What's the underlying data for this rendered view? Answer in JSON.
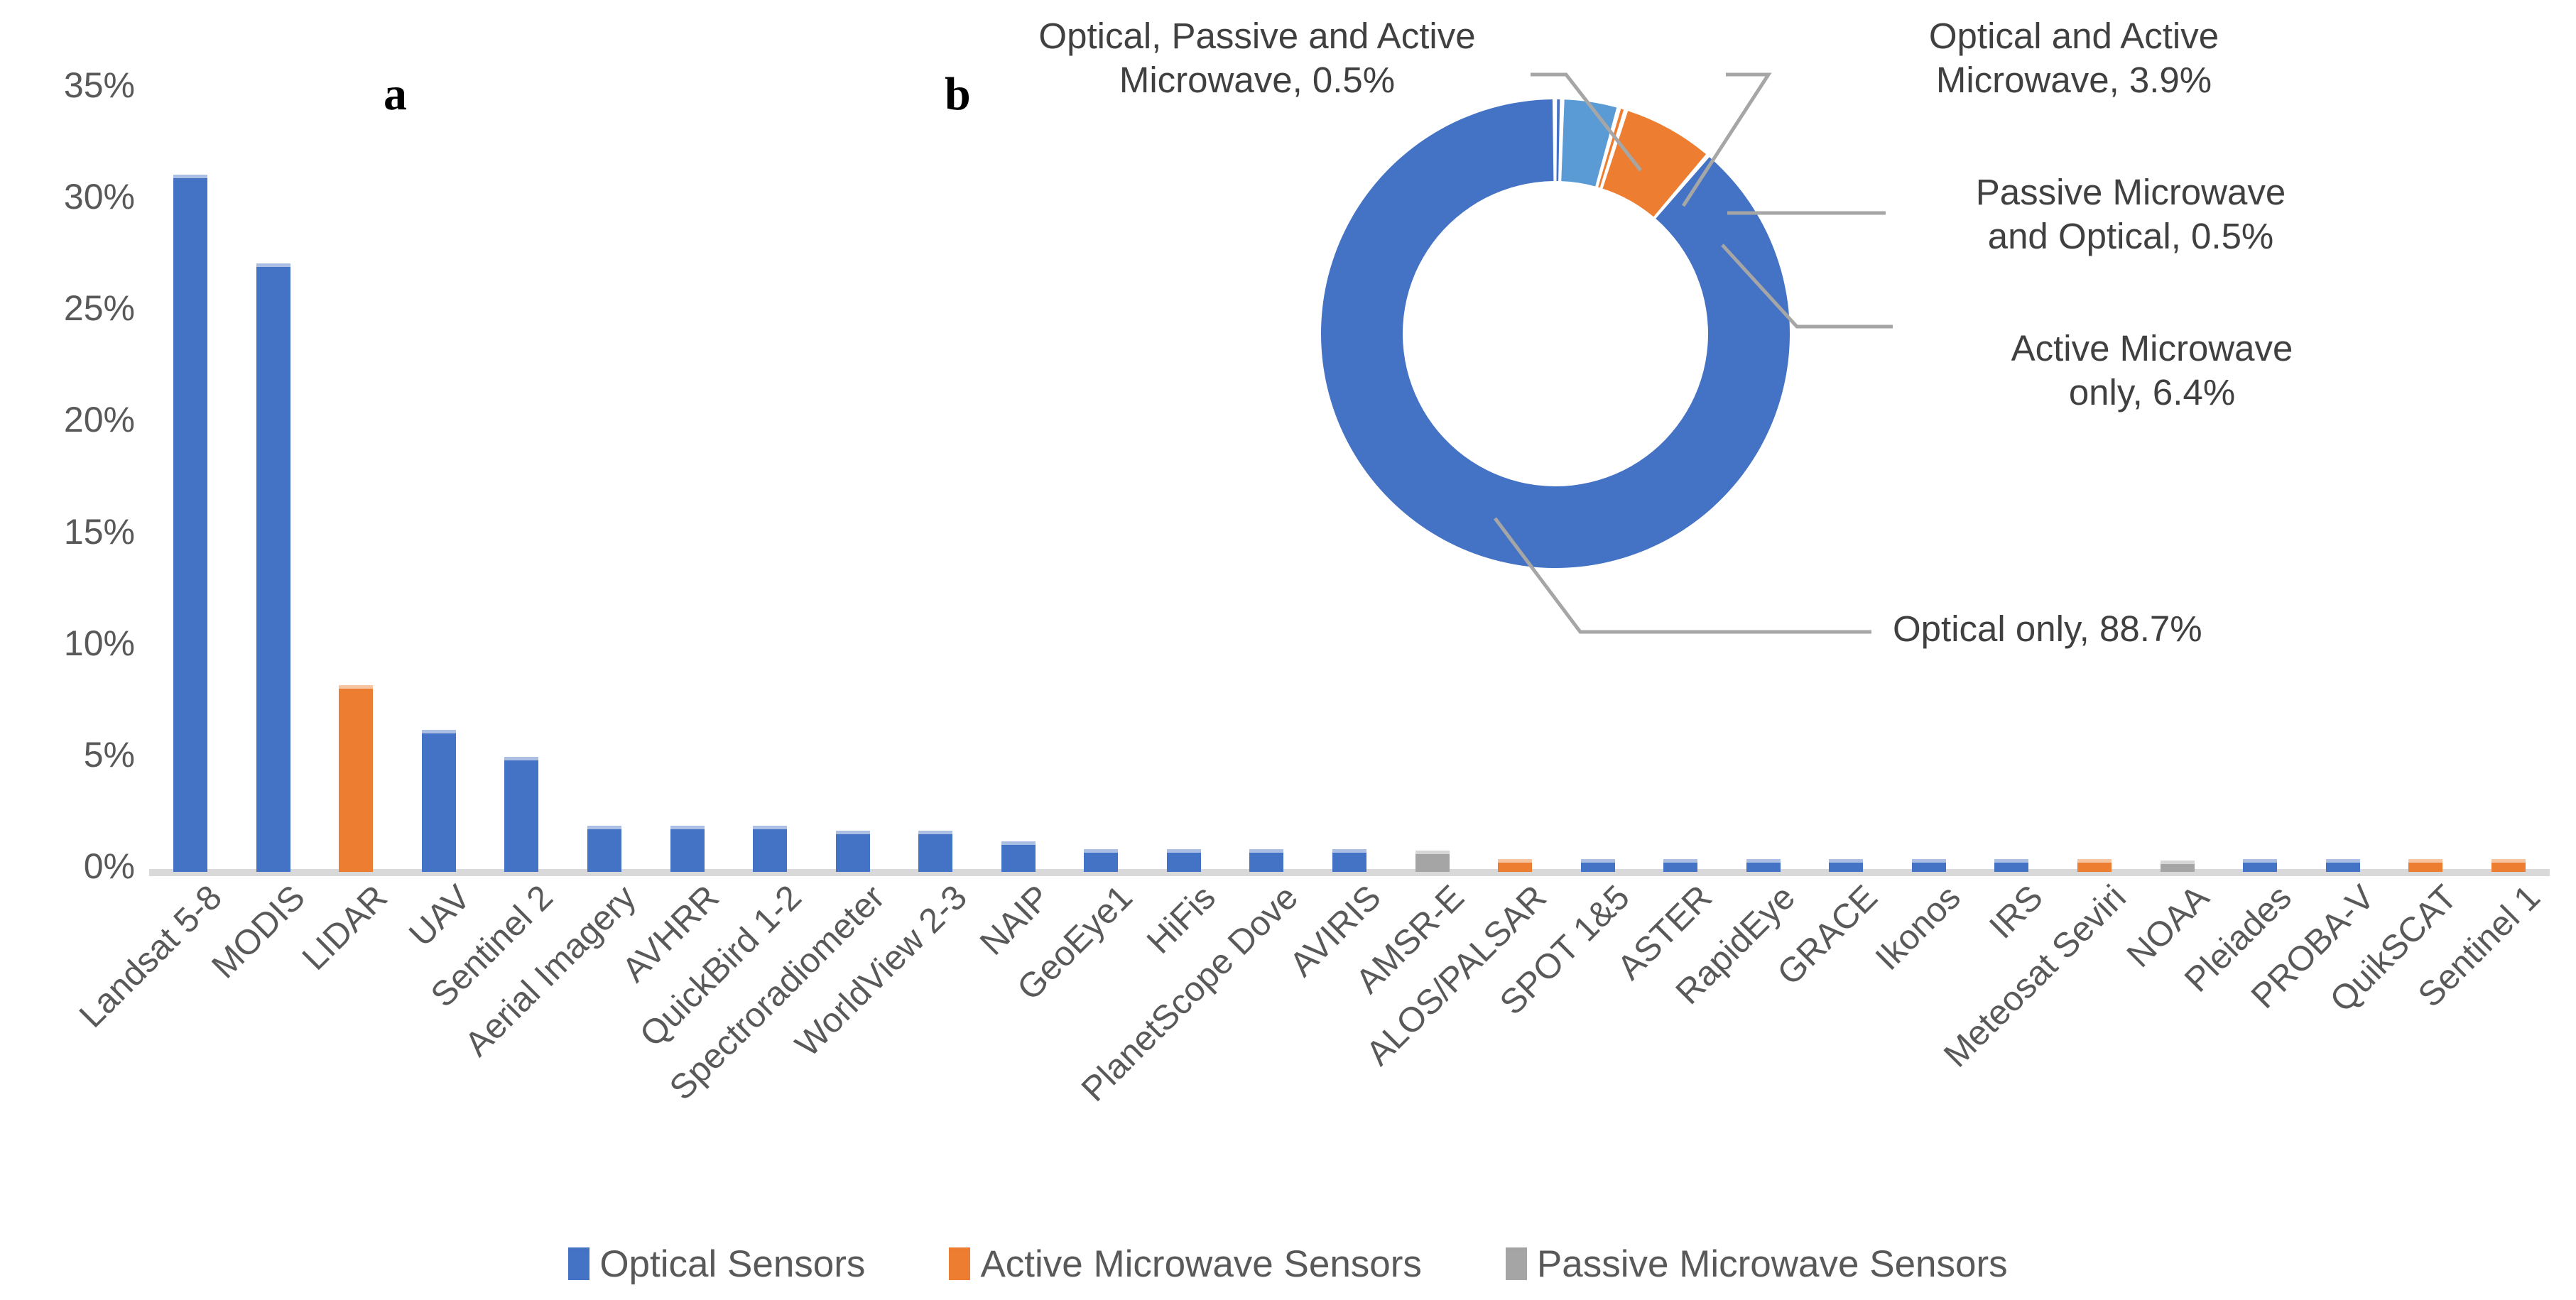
{
  "panels": {
    "a": "a",
    "b": "b"
  },
  "colors": {
    "optical": "#4472C4",
    "active_microwave": "#ED7D31",
    "passive_microwave": "#A5A5A5",
    "optical_active_microwave": "#5B9BD5",
    "axis": "#D9D9D9",
    "text": "#595959",
    "leader": "#A6A6A6"
  },
  "legend": {
    "items": [
      {
        "label": "Optical Sensors",
        "color": "#4472C4"
      },
      {
        "label": "Active Microwave Sensors",
        "color": "#ED7D31"
      },
      {
        "label": "Passive Microwave Sensors",
        "color": "#A5A5A5"
      }
    ]
  },
  "chart_data": [
    {
      "type": "bar",
      "panel": "a",
      "title": "",
      "xlabel": "",
      "ylabel": "",
      "ylim": [
        0,
        35
      ],
      "ytick_labels": [
        "0%",
        "5%",
        "10%",
        "15%",
        "20%",
        "25%",
        "30%",
        "35%"
      ],
      "ytick_values": [
        0,
        5,
        10,
        15,
        20,
        25,
        30,
        35
      ],
      "grid": false,
      "categories": [
        "Landsat 5-8",
        "MODIS",
        "LIDAR",
        "UAV",
        "Sentinel 2",
        "Aerial Imagery",
        "AVHRR",
        "QuickBird 1-2",
        "Spectroradiometer",
        "WorldView 2-3",
        "NAIP",
        "GeoEye1",
        "HiFis",
        "PlanetScope Dove",
        "AVIRIS",
        "AMSR-E",
        "ALOS/PALSAR",
        "SPOT 1&5",
        "ASTER",
        "RapidEye",
        "GRACE",
        "Ikonos",
        "IRS",
        "Meteosat Seviri",
        "NOAA",
        "Pleiades",
        "PROBA-V",
        "QuikSCAT",
        "Sentinel 1"
      ],
      "values": [
        31.1,
        27.1,
        8.2,
        6.2,
        5.0,
        1.9,
        1.9,
        1.9,
        1.7,
        1.7,
        1.2,
        0.85,
        0.85,
        0.85,
        0.85,
        0.8,
        0.4,
        0.4,
        0.4,
        0.4,
        0.4,
        0.4,
        0.4,
        0.4,
        0.35,
        0.4,
        0.4,
        0.4,
        0.4
      ],
      "series_of": [
        "optical",
        "optical",
        "active_microwave",
        "optical",
        "optical",
        "optical",
        "optical",
        "optical",
        "optical",
        "optical",
        "optical",
        "optical",
        "optical",
        "optical",
        "optical",
        "passive_microwave",
        "active_microwave",
        "optical",
        "optical",
        "optical",
        "optical",
        "optical",
        "optical",
        "active_microwave",
        "passive_microwave",
        "optical",
        "optical",
        "active_microwave",
        "active_microwave"
      ]
    },
    {
      "type": "pie",
      "panel": "b",
      "donut": true,
      "title": "",
      "labels": [
        "Optical only",
        "Optical, Passive and Active Microwave",
        "Optical and Active Microwave",
        "Passive Microwave and Optical",
        "Active Microwave only"
      ],
      "values": [
        88.7,
        0.5,
        3.9,
        0.5,
        6.4
      ],
      "value_labels": [
        "88.7%",
        "0.5%",
        "3.9%",
        "0.5%",
        "6.4%"
      ],
      "slice_colors": [
        "#4472C4",
        "#4472C4",
        "#5B9BD5",
        "#ED7D31",
        "#ED7D31"
      ],
      "callouts": [
        {
          "key": "optical_passive_active",
          "text": "Optical, Passive and Active Microwave, 0.5%"
        },
        {
          "key": "optical_and_active",
          "text": "Optical and Active Microwave, 3.9%"
        },
        {
          "key": "passive_and_optical",
          "text": "Passive Microwave and Optical, 0.5%"
        },
        {
          "key": "active_only",
          "text": "Active Microwave only, 6.4%"
        },
        {
          "key": "optical_only",
          "text": "Optical only, 88.7%"
        }
      ]
    }
  ],
  "donut_callouts": {
    "optical_passive_active_l1": "Optical, Passive and Active",
    "optical_passive_active_l2": "Microwave, 0.5%",
    "optical_and_active_l1": "Optical and Active",
    "optical_and_active_l2": "Microwave, 3.9%",
    "passive_and_optical_l1": "Passive Microwave",
    "passive_and_optical_l2": "and Optical, 0.5%",
    "active_only_l1": "Active Microwave",
    "active_only_l2": "only, 6.4%",
    "optical_only": "Optical only, 88.7%"
  }
}
